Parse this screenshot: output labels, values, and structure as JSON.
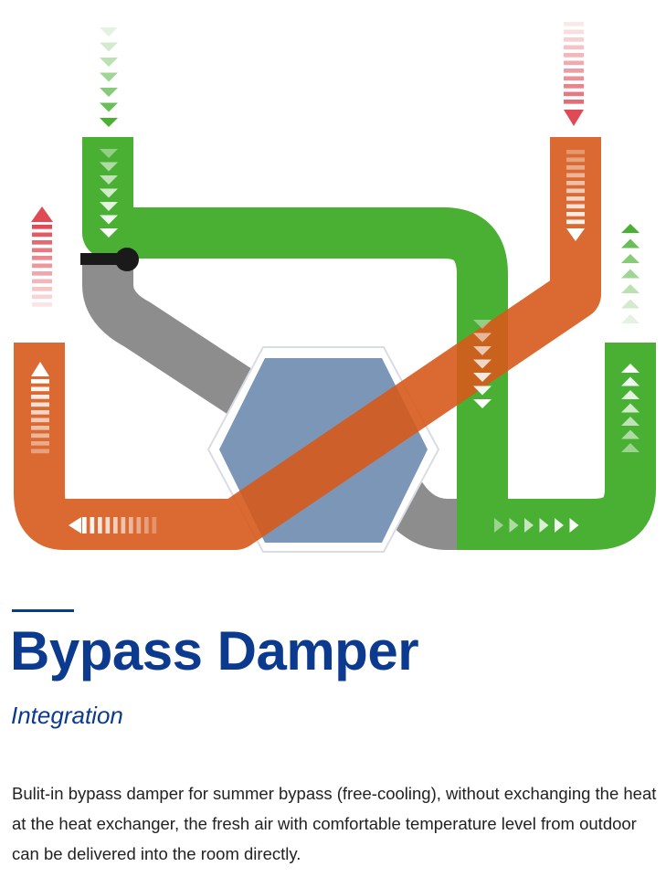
{
  "diagram": {
    "colors": {
      "fresh_air_duct": "#49b033",
      "exhaust_duct": "#d65a1b",
      "bypass_duct": "#8d8d8d",
      "heat_exchanger": "#5f7fa8",
      "damper": "#1a1a1a",
      "hot_air_arrow": "#e04a55"
    },
    "icons": [
      "down-arrow-icon",
      "up-arrow-icon",
      "left-arrow-icon",
      "right-arrow-icon",
      "damper-icon",
      "heat-exchanger-icon"
    ]
  },
  "content": {
    "title": "Bypass Damper",
    "subtitle": "Integration",
    "description": "Bulit-in bypass damper for summer bypass (free-cooling), without exchanging the heat at the heat exchanger, the fresh air with comfortable temperature level from outdoor can be delivered into the room directly."
  }
}
